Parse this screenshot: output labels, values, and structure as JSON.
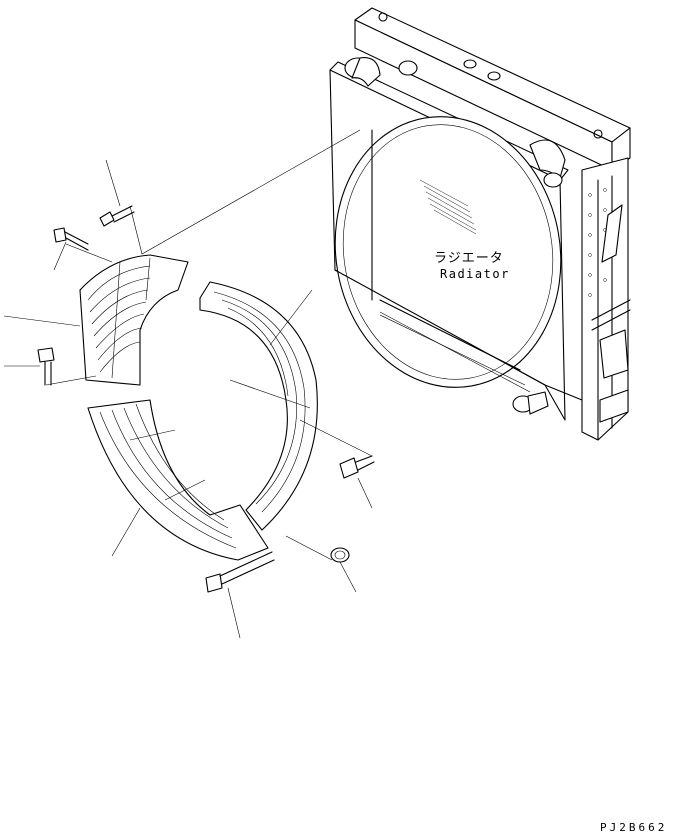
{
  "labels": {
    "radiator_jp": "ラジエータ",
    "radiator_en": "Radiator",
    "drawing_code": "PJ2B662"
  }
}
